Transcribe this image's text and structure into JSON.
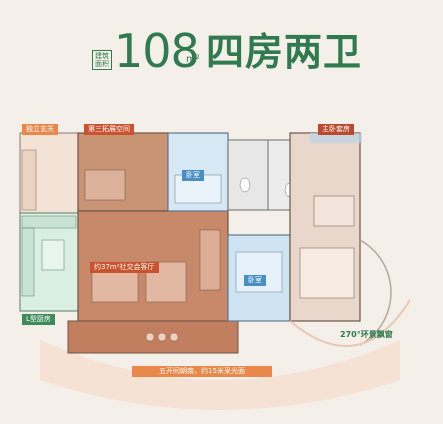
{
  "header": {
    "area_label": "建筑面积",
    "area_value": "108",
    "area_unit": "m²",
    "layout": "四房两卫"
  },
  "tags": {
    "entrance": "独立玄关",
    "third_bay": "第三拓展空间",
    "master_suite": "主卧套房",
    "bedroom_1": "卧室",
    "bedroom_2": "卧室",
    "social_hall": "约37m²社交会客厅",
    "l_kitchen": "L型厨房",
    "view_270": "270°环景飘窗",
    "frontage": "五开间朝南，约15米采光面"
  },
  "colors": {
    "brand_green": "#2f7a4f",
    "accent_orange": "#e8884a",
    "accent_red": "#c9532e",
    "room_blue": "#4a8fc4",
    "floor_wood": "#c99473",
    "background": "#f4efe9"
  }
}
